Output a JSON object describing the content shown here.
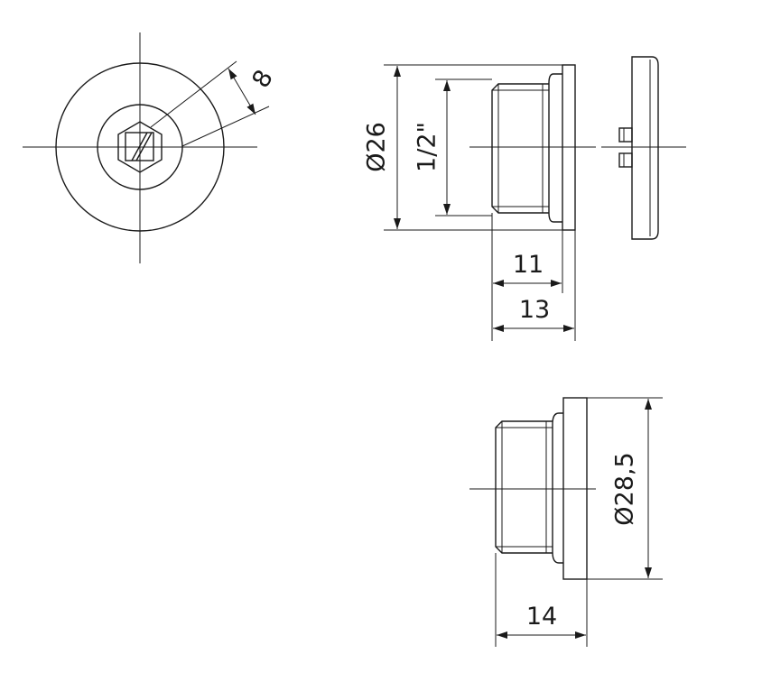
{
  "dimensions": {
    "hex_size": "8",
    "diameter_small": "Ø26",
    "thread_size": "1/2\"",
    "thread_length": "11",
    "length_small": "13",
    "diameter_large": "Ø28,5",
    "length_large": "14"
  }
}
